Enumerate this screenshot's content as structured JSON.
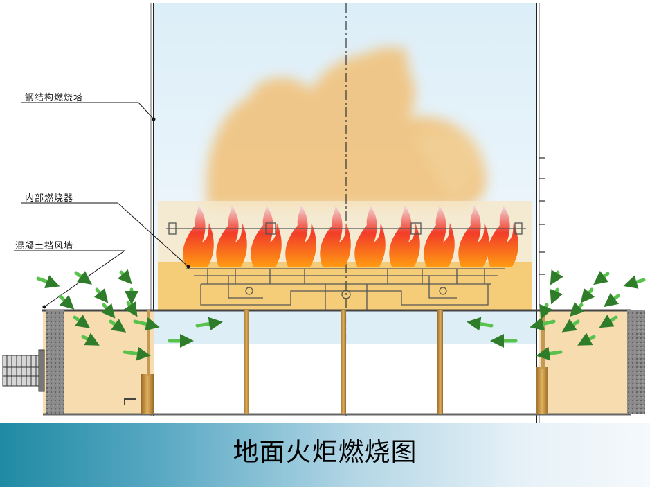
{
  "labels": {
    "tower": "钢结构燃烧塔",
    "burner": "内部燃烧器",
    "windwall": "混凝土挡风墙"
  },
  "caption": "地面火炬燃烧图",
  "colors": {
    "flame_outer": "#e8321a",
    "flame_inner": "#ffb020",
    "smoke": "#f1c27d",
    "arrow": "#46b13c",
    "ground": "#f6dcae",
    "concrete": "#6e6e6e"
  }
}
